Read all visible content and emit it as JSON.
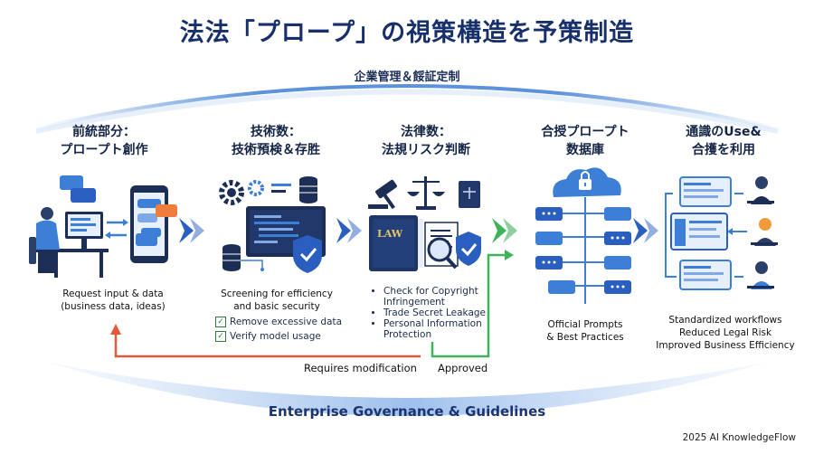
{
  "title": "法法「プロープ」の視策構造を予策制造",
  "top_label": "企業管理＆餒証定制",
  "bottom_label": "Enterprise Governance & Guidelines",
  "stages": [
    {
      "title_line1": "前統部分：",
      "title_line2": "プロープト創作",
      "desc_line1": "Request input & data",
      "desc_line2": "(business data, ideas)"
    },
    {
      "title_line1": "技術数：",
      "title_line2": "技術預検＆存胜",
      "desc_line1": "Screening for efficiency",
      "desc_line2": "and basic security",
      "checks": [
        "Remove excessive data",
        "Verify model usage"
      ]
    },
    {
      "title_line1": "法律数：",
      "title_line2": "法規リスク判断",
      "bullets": [
        "Check for Copyright Infringement",
        "Trade Secret Leakage",
        "Personal Information Protection"
      ],
      "book_label": "LAW"
    },
    {
      "title_line1": "合授プロープト",
      "title_line2": "数据庫",
      "desc_line1": "Official Prompts",
      "desc_line2": "& Best Practices"
    },
    {
      "title_line1": "通識のUse&",
      "title_line2": "合擭を利用",
      "desc_line1": "Standardized workflows",
      "desc_line2": "Reduced Legal Risk",
      "desc_line3": "Improved Business Efficiency"
    }
  ],
  "flow_labels": {
    "modify": "Requires modification",
    "approved": "Approved"
  },
  "copyright": "2025 AI KnowledgeFlow",
  "colors": {
    "title": "#17306b",
    "arrow_blue": "#2a5fbf",
    "return_red": "#e0583b",
    "approved_green": "#3fb25a",
    "icon_navy": "#1c2e55",
    "icon_blue": "#3d7fd6"
  }
}
